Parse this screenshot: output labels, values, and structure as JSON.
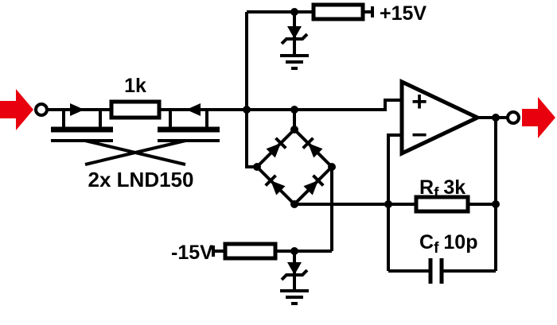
{
  "diagram": {
    "type": "circuit-schematic",
    "description": "High-impedance protected amplifier input: cross-connected depletion MOSFET current limiter, bootstrapped diode bridge clamp, zener-clamped supply rails and op-amp with RC feedback",
    "colors": {
      "arrow": "#e8000e",
      "wire": "#000000",
      "background": "#ffffff"
    },
    "labels": {
      "supply_positive": "+15V",
      "supply_negative": "-15V",
      "series_resistor": "1k",
      "transistors": "2x LND150",
      "feedback_resistor": {
        "name": "R",
        "sub": "f",
        "value": "3k"
      },
      "feedback_capacitor": {
        "name": "C",
        "sub": "f",
        "value": "10p"
      },
      "opamp_noninverting": "+",
      "opamp_inverting": "−"
    },
    "components": [
      {
        "name": "input-terminal",
        "type": "terminal"
      },
      {
        "name": "protection-fets",
        "type": "dual depletion MOSFET",
        "value": "2x LND150"
      },
      {
        "name": "series-resistor",
        "type": "resistor",
        "value": "1k"
      },
      {
        "name": "positive-rail-resistor",
        "type": "resistor",
        "rail": "+15V"
      },
      {
        "name": "negative-rail-resistor",
        "type": "resistor",
        "rail": "-15V"
      },
      {
        "name": "zener-top",
        "type": "zener diode to ground"
      },
      {
        "name": "zener-bottom",
        "type": "zener diode to ground"
      },
      {
        "name": "diode-bridge",
        "type": "4-diode clamp bridge"
      },
      {
        "name": "opamp",
        "type": "operational amplifier"
      },
      {
        "name": "feedback-resistor",
        "type": "resistor",
        "value": "Rf 3k"
      },
      {
        "name": "feedback-capacitor",
        "type": "capacitor",
        "value": "Cf 10p"
      },
      {
        "name": "output-terminal",
        "type": "terminal"
      }
    ]
  }
}
